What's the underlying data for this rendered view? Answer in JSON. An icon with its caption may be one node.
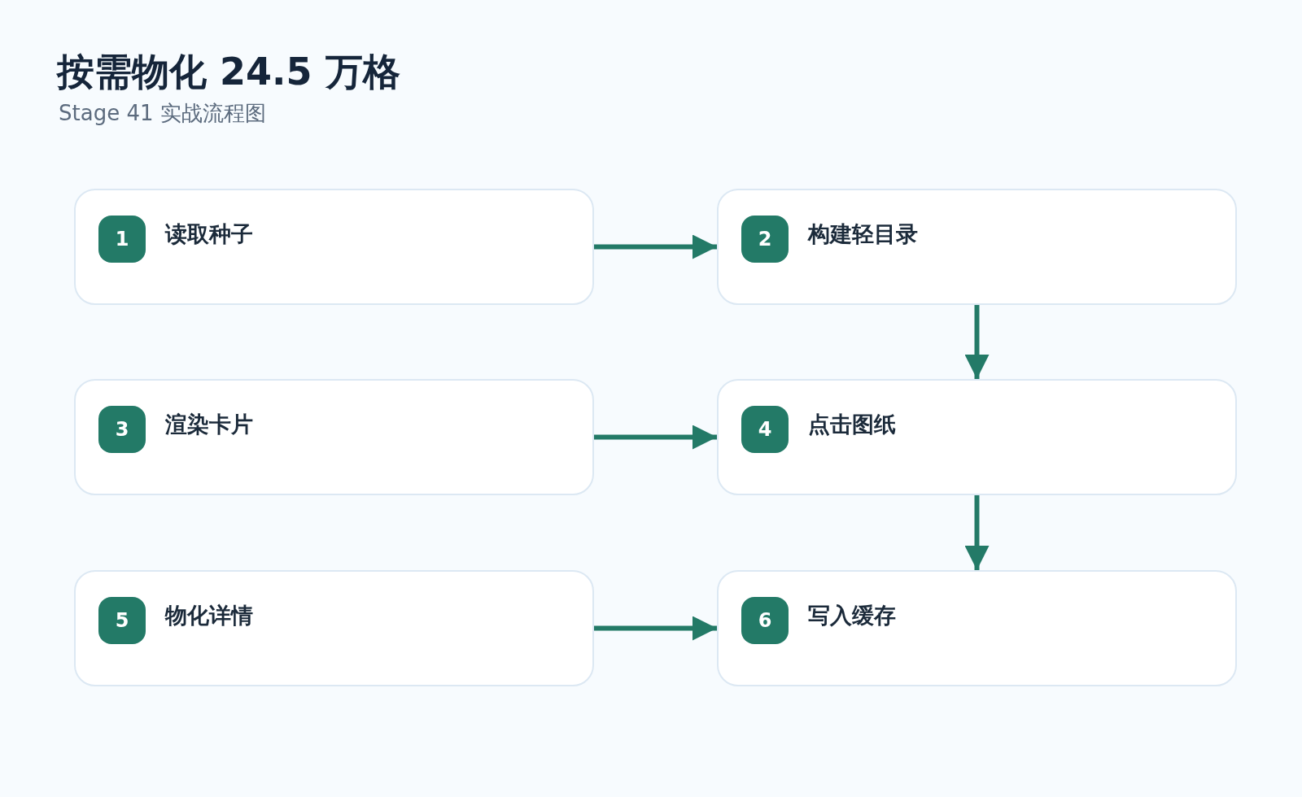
{
  "diagram": {
    "title": "按需物化 24.5 万格",
    "caption": "Stage 41 实战流程图",
    "nodes": [
      {
        "text": [
          "1",
          "读取种子"
        ]
      },
      {
        "text": [
          "2",
          "构建轻目录"
        ]
      },
      {
        "text": [
          "3",
          "渲染卡片"
        ]
      },
      {
        "text": [
          "4",
          "点击图纸"
        ]
      },
      {
        "text": [
          "5",
          "物化详情"
        ]
      },
      {
        "text": [
          "6",
          "写入缓存"
        ]
      }
    ],
    "edges": [
      {
        "from": 0,
        "to": 1,
        "arrow": "to"
      },
      {
        "from": 1,
        "to": 3,
        "arrow": "to"
      },
      {
        "from": 2,
        "to": 3,
        "arrow": "to"
      },
      {
        "from": 3,
        "to": 5,
        "arrow": "to"
      },
      {
        "from": 4,
        "to": 5,
        "arrow": "to"
      }
    ]
  }
}
